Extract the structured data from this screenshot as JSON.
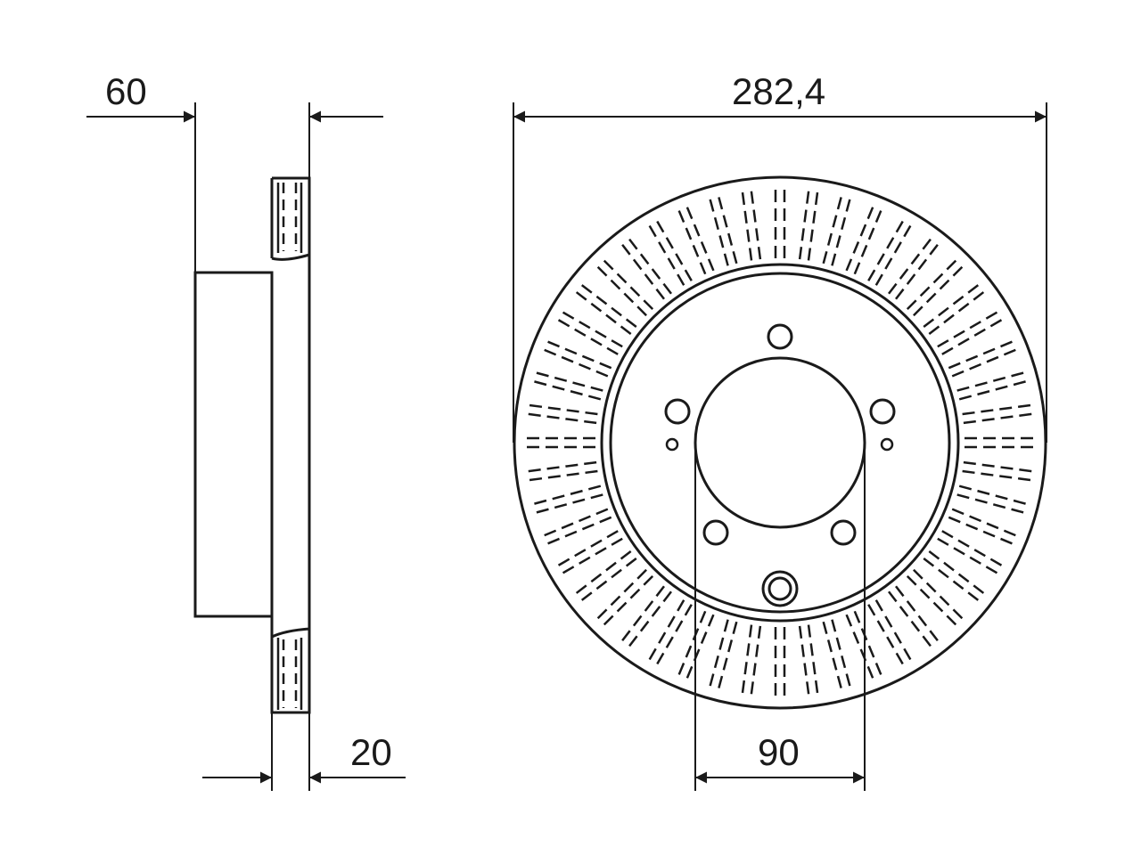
{
  "dimensions": {
    "hub_height": "60",
    "outer_diameter": "282,4",
    "disc_thickness": "20",
    "center_bore": "90"
  },
  "colors": {
    "line": "#1a1a1a",
    "background": "#ffffff"
  },
  "features": {
    "cooling_vanes": 48,
    "wheel_bolt_holes": 5,
    "small_holes": 2
  }
}
